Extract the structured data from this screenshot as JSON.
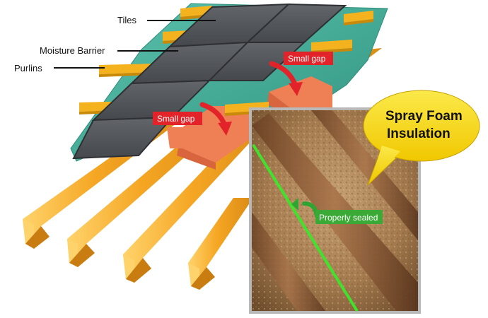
{
  "labels": {
    "tiles": "Tiles",
    "moisture_barrier": "Moisture Barrier",
    "purlins": "Purlins",
    "gap_upper": "Small gap",
    "gap_lower": "Small gap",
    "properly_sealed": "Properly sealed",
    "callout_line1": "Spray Foam",
    "callout_line2": "Insulation"
  },
  "colors": {
    "rafter": "#f5a623",
    "rafter_light": "#ffd36b",
    "rafter_dark": "#c97c10",
    "purlin": "#f3b21e",
    "membrane": "#3fae9a",
    "membrane_dark": "#2d8c7b",
    "tile": "#54575b",
    "tile_edge": "#2e3033",
    "insulation": "#ef7f55",
    "gap_badge": "#e2242a",
    "sealed_badge": "#3aa935",
    "callout": "#f8dd13",
    "photo_frame": "#b8b8b8"
  },
  "icons": [
    "curved-arrow-icon",
    "green-arrow-icon"
  ]
}
